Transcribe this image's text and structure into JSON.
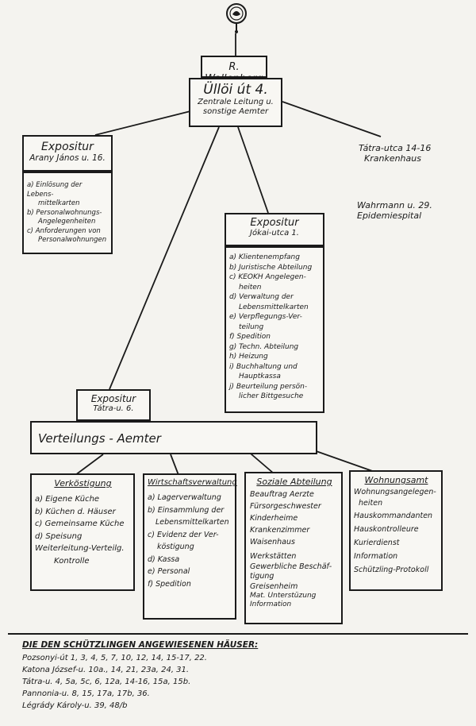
{
  "top": {
    "name_label": "R. Wallenberg",
    "hq_title": "Üllöi út 4.",
    "hq_subtitle_1": "Zentrale Leitung u.",
    "hq_subtitle_2": "sonstige Aemter"
  },
  "arany": {
    "title": "Expositur",
    "subtitle": "Arany János u. 16.",
    "items": [
      "a) Einlösung der Lebens-",
      "mittelkarten",
      "b) Personalwohnungs-",
      "Angelegenheiten",
      "c) Anforderungen von",
      "Personalwohnungen"
    ]
  },
  "tatra_krankenhaus": {
    "line1": "Tátra-utca 14-16",
    "line2": "Krankenhaus"
  },
  "wahrmann": {
    "line1": "Wahrmann u. 29.",
    "line2": "Epidemiespital"
  },
  "jokai": {
    "title": "Expositur",
    "subtitle": "Jókai-utca 1.",
    "items": [
      "a) Klientenempfang",
      "b) Juristische Abteilung",
      "c) KEOKH Angelegen-",
      "heiten",
      "d) Verwaltung der",
      "Lebensmittelkarten",
      "e) Verpflegungs-Ver-",
      "teilung",
      "f) Spedition",
      "g) Techn. Abteilung",
      "h) Heizung",
      "i) Buchhaltung und",
      "Hauptkassa",
      "j) Beurteilung persön-",
      "licher Bittgesuche"
    ]
  },
  "tatra6": {
    "title": "Expositur",
    "subtitle": "Tátra-u. 6."
  },
  "verteilung": {
    "label": "Verteilungs - Aemter"
  },
  "departments": [
    {
      "title": "Verköstigung",
      "items": [
        "a) Eigene Küche",
        "b) Küchen d. Häuser",
        "c) Gemeinsame Küche",
        "d) Speisung",
        "Weiterleitung-Verteilg.",
        "Kontrolle"
      ]
    },
    {
      "title": "Wirtschaftsverwaltung",
      "items": [
        "a) Lagerverwaltung",
        "b) Einsammlung der",
        "Lebensmittelkarten",
        "c) Evidenz der Ver-",
        "köstigung",
        "d) Kassa",
        "e) Personal",
        "f) Spedition"
      ]
    },
    {
      "title": "Soziale Abteilung",
      "items": [
        "Beauftrag Aerzte",
        "Fürsorgeschwester",
        "Kinderheime",
        "Krankenzimmer",
        "Waisenhaus",
        "Werkstätten",
        "Gewerbliche Beschäf-",
        "tigung",
        "Greisenheim",
        "Mat. Unterstüzung",
        "Information"
      ]
    },
    {
      "title": "Wohnungsamt",
      "items": [
        "Wohnungsangelegen-",
        "heiten",
        "Hauskommandanten",
        "Hauskontrolleure",
        "Kurierdienst",
        "Information",
        "Schützling-Protokoll"
      ]
    }
  ],
  "houses": {
    "heading": "DIE DEN SCHÜTZLINGEN ANGEWIESENEN HÄUSER:",
    "lines": [
      "Pozsonyi-út 1, 3, 4, 5, 7, 10, 12, 14, 15-17, 22.",
      "Katona József-u. 10a., 14, 21, 23a, 24, 31.",
      "Tátra-u. 4, 5a, 5c, 6, 12a, 14-16, 15a, 15b.",
      "Pannonia-u. 8, 15, 17a, 17b, 36.",
      "Légrády Károly-u. 39, 48/b"
    ]
  }
}
